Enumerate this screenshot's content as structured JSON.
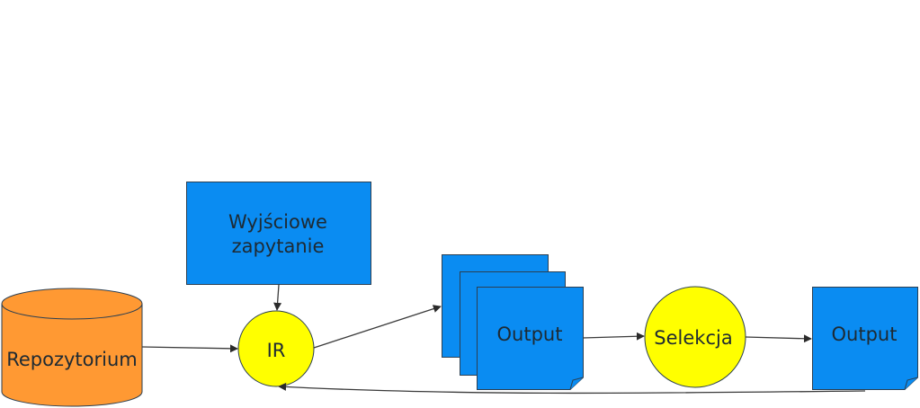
{
  "colors": {
    "box_blue": "#0a8cf2",
    "circle_yellow": "#ffff00",
    "cylinder_orange": "#ff9933",
    "edge": "#3a3a3a"
  },
  "nodes": {
    "repozytorium": {
      "label": "Repozytorium"
    },
    "initial_query": {
      "line1": "Wyjściowe",
      "line2": "zapytanie"
    },
    "ir": {
      "label": "IR"
    },
    "output_stack": {
      "label": "Output"
    },
    "selekcja": {
      "label": "Selekcja"
    },
    "output_final": {
      "label": "Output"
    }
  }
}
